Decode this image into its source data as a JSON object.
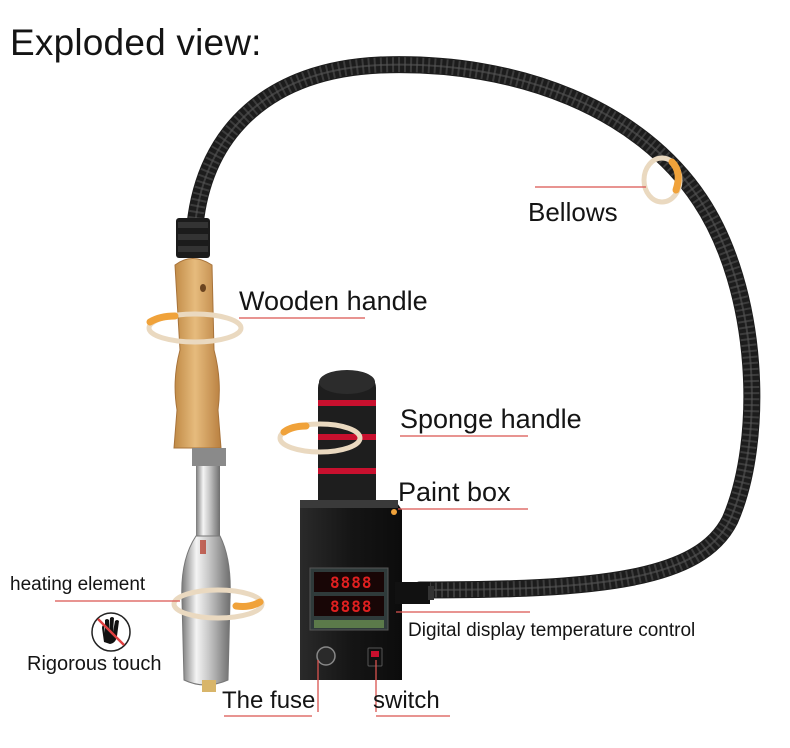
{
  "title": "Exploded view:",
  "labels": {
    "bellows": "Bellows",
    "wooden_handle": "Wooden handle",
    "sponge_handle": "Sponge handle",
    "paint_box": "Paint box",
    "heating_element": "heating element",
    "rigorous_touch": "Rigorous touch",
    "digital_display": "Digital display temperature control",
    "fuse": "The fuse",
    "switch": "switch"
  },
  "display": {
    "upper": "8888",
    "lower": "8888"
  },
  "icons": {
    "no_touch": "hand-prohibited-icon",
    "ring": "highlight-ring-icon"
  },
  "colors": {
    "leader_line": "#d9534f",
    "ring_orange": "#f0a23a",
    "ring_beige": "#ead9c0",
    "hose": "#1c1c1c",
    "wood": "#d8a865",
    "box": "#1a1a1a",
    "display_red": "#e02020",
    "sponge_red": "#c8102e"
  }
}
